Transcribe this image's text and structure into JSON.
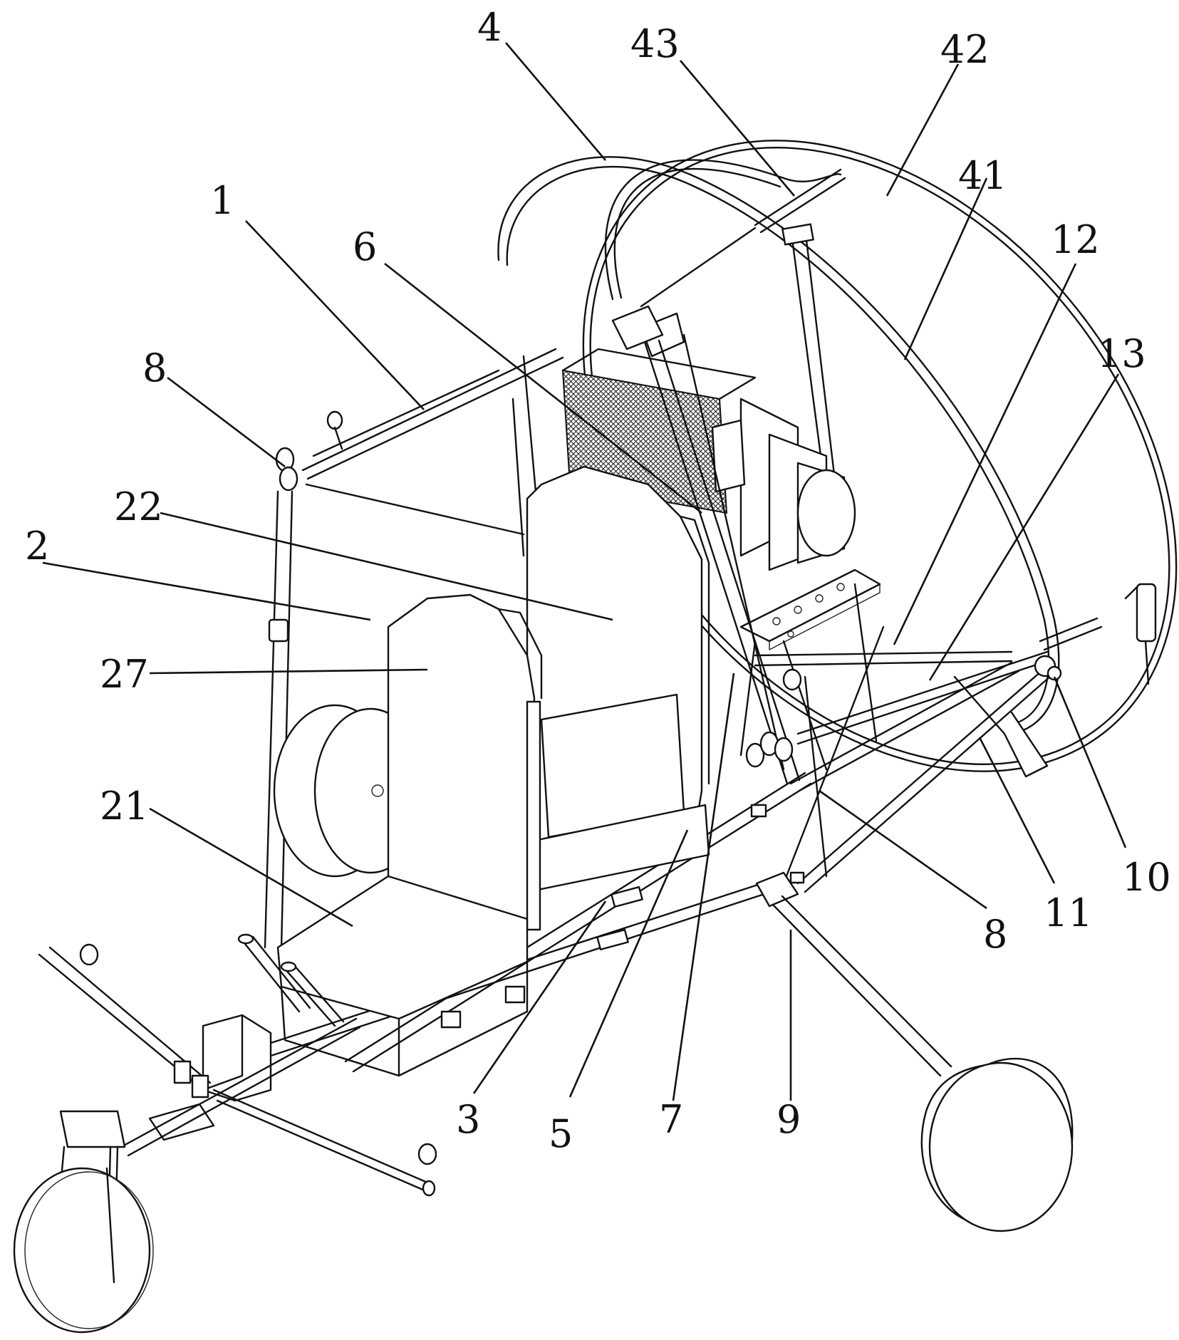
{
  "labels": {
    "l1": "1",
    "l2": "2",
    "l3": "3",
    "l4": "4",
    "l5": "5",
    "l6": "6",
    "l7": "7",
    "l8a": "8",
    "l8b": "8",
    "l9": "9",
    "l10": "10",
    "l11": "11",
    "l12": "12",
    "l13": "13",
    "l21": "21",
    "l22": "22",
    "l27": "27",
    "l41": "41",
    "l42": "42",
    "l43": "43"
  }
}
